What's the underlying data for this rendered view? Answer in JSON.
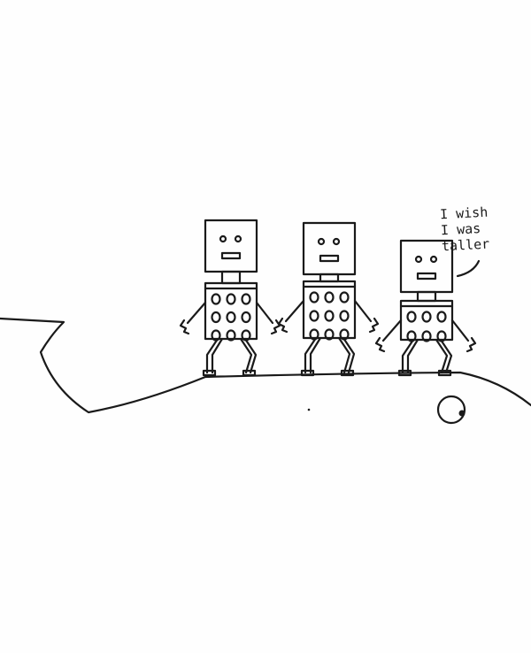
{
  "speech_bubble": {
    "lines": [
      "I wish",
      "I was",
      "taller"
    ]
  },
  "colors": {
    "ink": "#1a1a1a",
    "paper": "#fefefe"
  },
  "robots": [
    {
      "name": "robot-left",
      "body_dots": 9
    },
    {
      "name": "robot-middle",
      "body_dots": 9
    },
    {
      "name": "robot-short",
      "body_dots": 6
    }
  ]
}
